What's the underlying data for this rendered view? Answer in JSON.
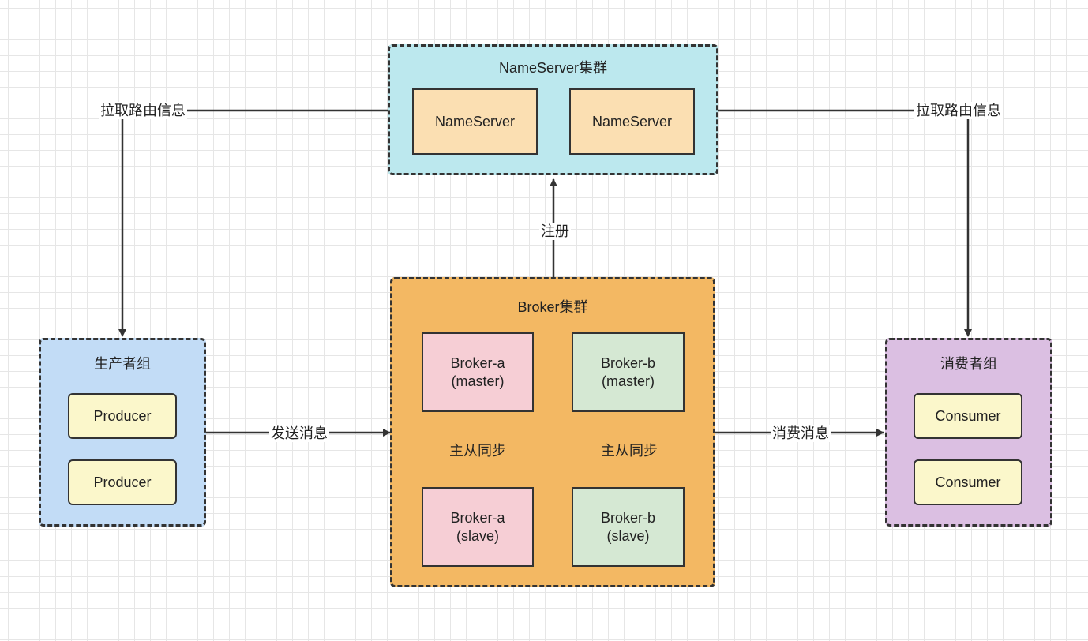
{
  "colors": {
    "nameserver_group": "#bce8ee",
    "nameserver_node": "#fbdfb2",
    "broker_group": "#f3b863",
    "broker_a_node": "#f6ced5",
    "broker_b_node": "#d5e8d3",
    "producer_group": "#c2dcf6",
    "producer_node": "#fbf7cb",
    "consumer_group": "#dbbfe2",
    "consumer_node": "#fbf7cb",
    "stroke": "#333333"
  },
  "nameserver_cluster": {
    "title": "NameServer集群",
    "nodes": [
      "NameServer",
      "NameServer"
    ]
  },
  "broker_cluster": {
    "title": "Broker集群",
    "broker_a": {
      "master_name": "Broker-a",
      "master_role": "(master)",
      "slave_name": "Broker-a",
      "slave_role": "(slave)"
    },
    "broker_b": {
      "master_name": "Broker-b",
      "master_role": "(master)",
      "slave_name": "Broker-b",
      "slave_role": "(slave)"
    }
  },
  "producer_group": {
    "title": "生产者组",
    "nodes": [
      "Producer",
      "Producer"
    ]
  },
  "consumer_group": {
    "title": "消费者组",
    "nodes": [
      "Consumer",
      "Consumer"
    ]
  },
  "edges": {
    "producer_pull": "拉取路由信息",
    "consumer_pull": "拉取路由信息",
    "register": "注册",
    "send": "发送消息",
    "consume": "消费消息",
    "sync_a": "主从同步",
    "sync_b": "主从同步"
  }
}
